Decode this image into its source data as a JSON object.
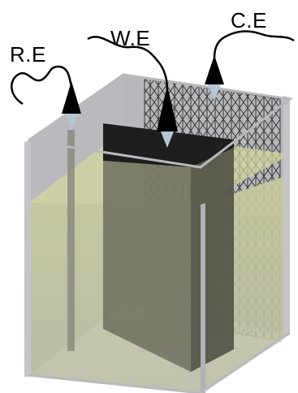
{
  "labels": {
    "reference_electrode": "R.E",
    "working_electrode": "W.E",
    "counter_electrode": "C.E"
  },
  "colors": {
    "liquid": "#c7c9a4",
    "liquid_top": "#d4d69a",
    "glass_wall": "#a7a7aa",
    "glass_frame": "#b0b1b6",
    "working_plate": "#1e1e1e",
    "working_plate_submerged": "#6f705f",
    "mesh": "#3a3a3a",
    "wire": "#000000",
    "tip": "#b5c7d1"
  }
}
